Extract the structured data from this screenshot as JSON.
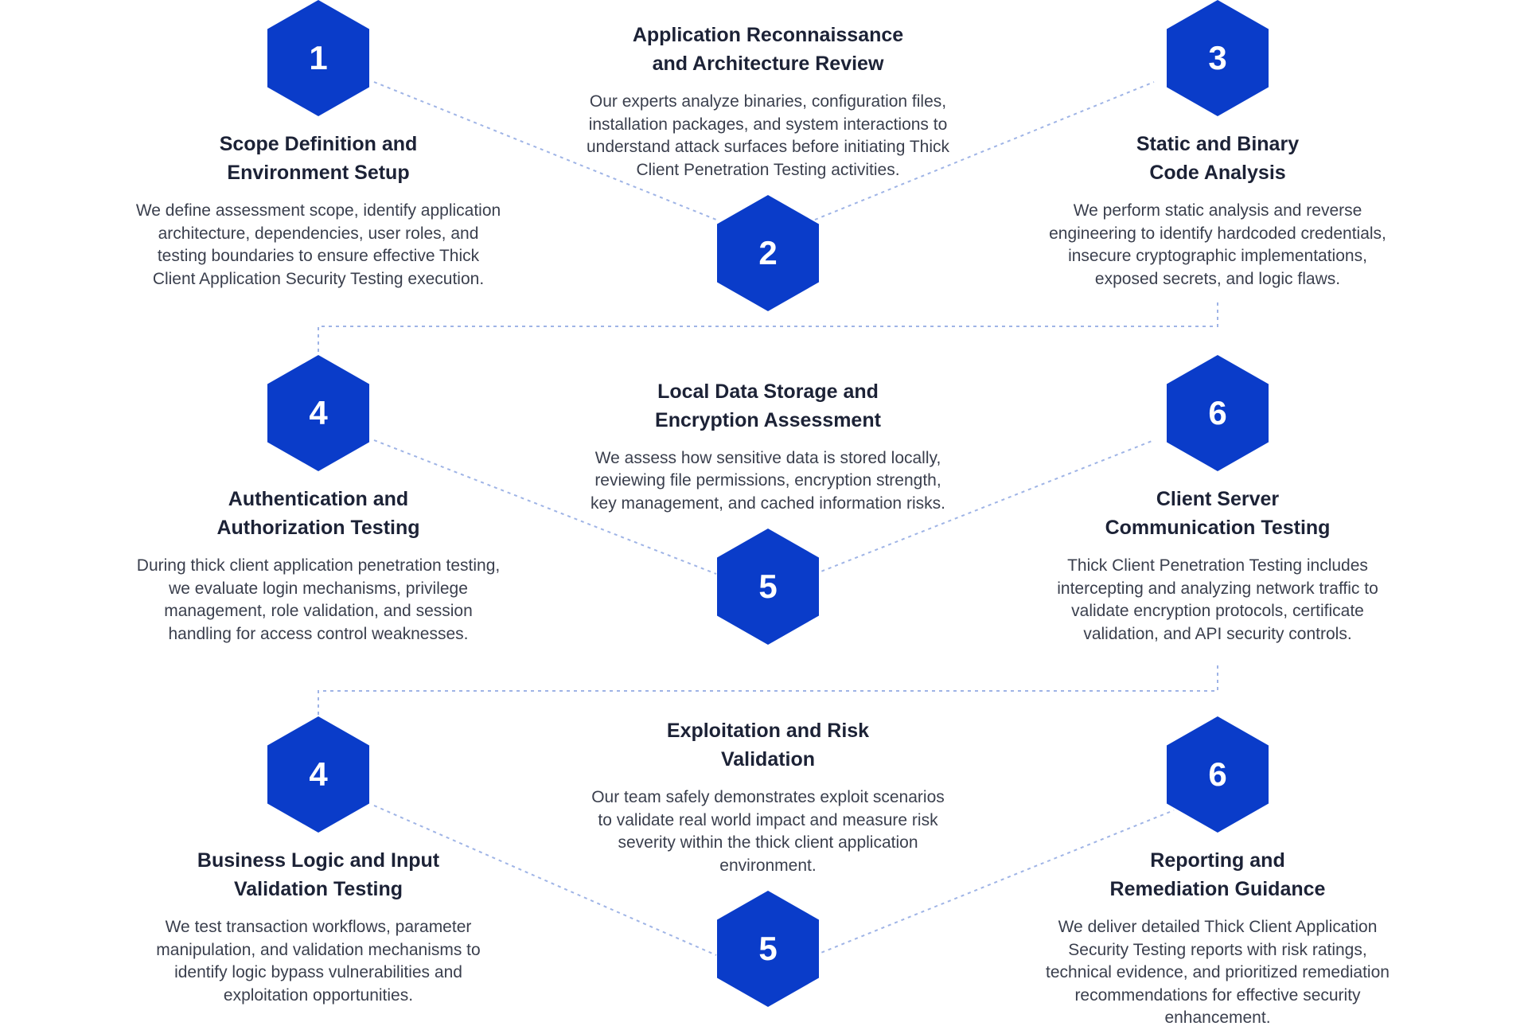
{
  "steps": [
    {
      "number": "1",
      "title": "Scope Definition and\nEnvironment Setup",
      "description": "We define assessment scope, identify application architecture, dependencies, user roles, and testing boundaries to ensure effective Thick Client Application Security Testing execution."
    },
    {
      "number": "2",
      "title": "Application Reconnaissance\nand Architecture Review",
      "description": "Our experts analyze binaries, configuration files, installation packages, and system interactions to understand attack surfaces before initiating Thick Client Penetration Testing activities."
    },
    {
      "number": "3",
      "title": "Static and Binary\nCode Analysis",
      "description": "We perform static analysis and reverse engineering to identify hardcoded credentials, insecure cryptographic implementations, exposed secrets, and logic flaws."
    },
    {
      "number": "4",
      "title": "Authentication and\nAuthorization Testing",
      "description": "During thick client application penetration testing, we evaluate login mechanisms, privilege management, role validation, and session handling for access control weaknesses."
    },
    {
      "number": "5",
      "title": "Local Data Storage and\nEncryption Assessment",
      "description": "We assess how sensitive data is stored locally, reviewing file permissions, encryption strength, key management, and cached information risks."
    },
    {
      "number": "6",
      "title": "Client Server\nCommunication Testing",
      "description": "Thick Client Penetration Testing includes intercepting and analyzing network traffic to validate encryption protocols, certificate validation, and API security controls."
    },
    {
      "number": "4",
      "title": "Business Logic and Input\nValidation Testing",
      "description": "We test transaction workflows, parameter manipulation, and validation mechanisms to identify logic bypass vulnerabilities and exploitation opportunities."
    },
    {
      "number": "5",
      "title": "Exploitation and Risk\nValidation",
      "description": "Our team safely demonstrates exploit scenarios to validate real world impact and measure risk severity within the thick client application environment."
    },
    {
      "number": "6",
      "title": "Reporting and\nRemediation Guidance",
      "description": "We deliver detailed Thick Client Application Security Testing reports with risk ratings, technical evidence, and prioritized remediation recommendations for effective security enhancement."
    }
  ],
  "colors": {
    "hexagon": "#0a3cc9",
    "connector": "#9fb4e6",
    "title": "#1c2236",
    "text": "#3a3f4d"
  }
}
